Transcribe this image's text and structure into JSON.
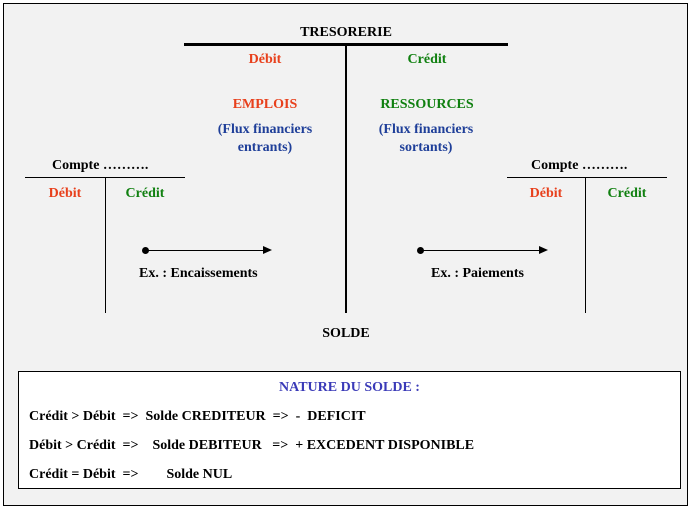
{
  "tresorerie": {
    "title": "TRESORERIE",
    "debit": "Débit",
    "credit": "Crédit",
    "emplois": "EMPLOIS",
    "emplois_desc_1": "(Flux financiers",
    "emplois_desc_2": "entrants)",
    "ressources": "RESSOURCES",
    "ressources_desc_1": "(Flux financiers",
    "ressources_desc_2": "sortants)",
    "solde": "SOLDE"
  },
  "left_account": {
    "title": "Compte ……….",
    "debit": "Débit",
    "credit": "Crédit",
    "example": "Ex. : Encaissements"
  },
  "right_account": {
    "title": "Compte ……….",
    "debit": "Débit",
    "credit": "Crédit",
    "example": "Ex. : Paiements"
  },
  "nature": {
    "title": "NATURE DU SOLDE :",
    "rows": [
      "Crédit > Débit  =>  Solde CREDITEUR  =>  -  DEFICIT",
      "Débit > Crédit  =>    Solde DEBITEUR   =>  + EXCEDENT DISPONIBLE",
      "Crédit = Débit  =>        Solde NUL"
    ]
  },
  "colors": {
    "debit": "#e8401c",
    "credit": "#108010",
    "flux": "#1f3f99",
    "nature_title": "#3b3bb8"
  }
}
